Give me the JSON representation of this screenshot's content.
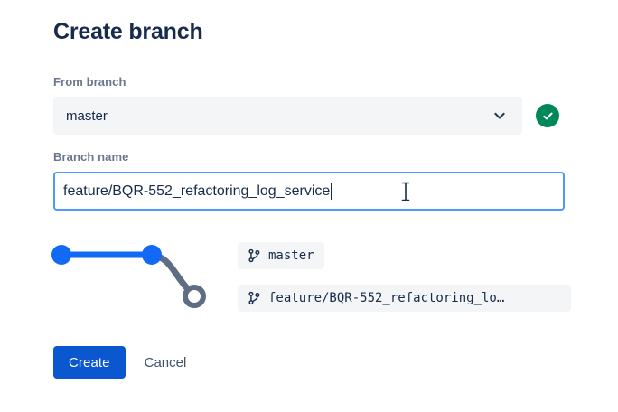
{
  "dialog": {
    "title": "Create branch"
  },
  "from_branch": {
    "label": "From branch",
    "selected": "master",
    "chevron_icon": "chevron-down-icon",
    "status_icon": "check-circle-icon",
    "status_color": "#00875A"
  },
  "branch_name": {
    "label": "Branch name",
    "value": "feature/BQR-552_refactoring_log_service",
    "placeholder": "Branch name",
    "focus_border_color": "#4C9AFF"
  },
  "graph": {
    "node_color": "#1269F5",
    "line_color": "#1269F5",
    "branch_line_color": "#5E6C84",
    "open_node_color": "#5E6C84"
  },
  "chips": [
    {
      "icon": "git-branch-icon",
      "text": "master"
    },
    {
      "icon": "git-branch-icon",
      "text": "feature/BQR-552_refactoring_lo…"
    }
  ],
  "actions": {
    "create_label": "Create",
    "cancel_label": "Cancel",
    "primary_color": "#0B57D0"
  }
}
